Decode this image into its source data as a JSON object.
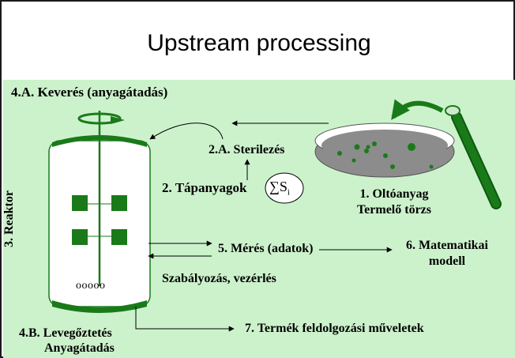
{
  "title": "Upstream processing",
  "labels": {
    "mixing": "4.A. Keverés (anyagátadás)",
    "sterilization": "2.A. Sterilezés",
    "nutrients": "2. Tápanyagok",
    "sum_symbol": "∑S",
    "sum_subscript": "i",
    "inoculum": "1. Oltóanyag",
    "strain": "Termelő törzs",
    "reactor": "3. Reaktor",
    "measurement": "5. Mérés (adatok)",
    "math_model_line1": "6. Matematikai",
    "math_model_line2": "modell",
    "control": "Szabályozás, vezérlés",
    "aeration_line1": "4.B. Levegőztetés",
    "aeration_line2": "Anyagátadás",
    "processing": "7. Termék feldolgozási műveletek",
    "sparger": "ooooo"
  },
  "colors": {
    "panel": "#ccf2cc",
    "dark_green": "#1a7a1a",
    "petri_fill": "#8c8c8c"
  }
}
